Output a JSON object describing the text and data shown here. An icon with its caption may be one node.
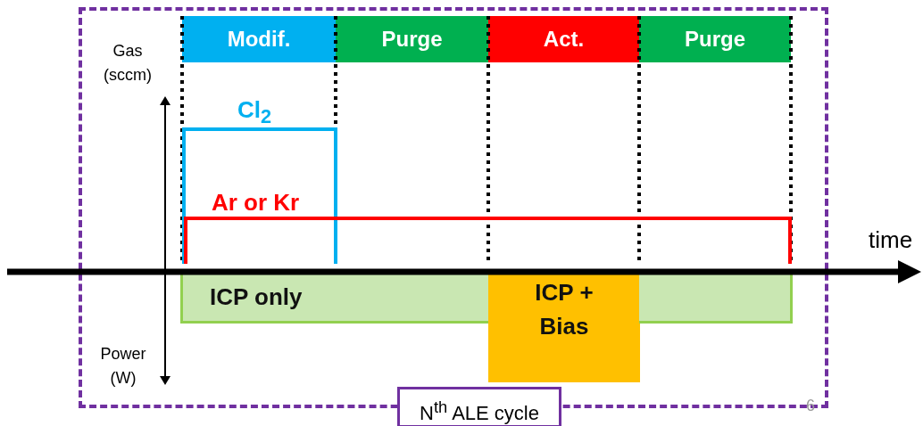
{
  "diagram": {
    "nodes": [
      {
        "text": [
          "N$^{th}$ ALE cycle"
        ]
      },
      {
        "text": [
          "Modif."
        ],
        "in": 0
      },
      {
        "text": [
          "Purge"
        ],
        "in": 0
      },
      {
        "text": [
          "Act."
        ],
        "in": 0
      },
      {
        "text": [
          "Purge"
        ],
        "in": 0
      },
      {
        "text": [
          "ICP only"
        ],
        "in": 0
      },
      {
        "text": [
          "ICP + Bias"
        ],
        "in": 0
      },
      {
        "text": [],
        "shape": "bar",
        "in": 0
      }
    ],
    "edges": [],
    "labels": [
      "Gas (sccm)",
      "Cl$_{2}$",
      "Ar or Kr",
      "time",
      "Power (W)",
      "6"
    ]
  }
}
